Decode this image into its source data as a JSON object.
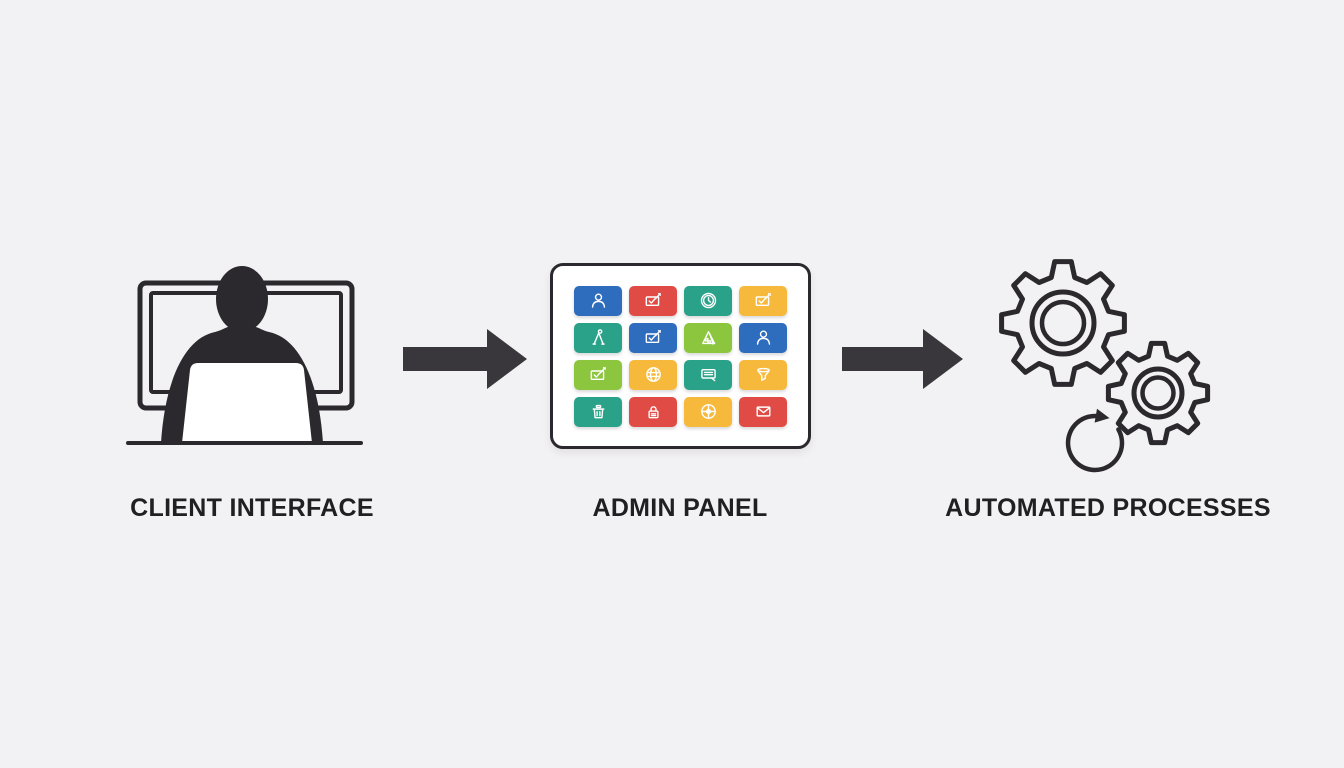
{
  "background_color": "#f2f1f3",
  "ink_color": "#2b292d",
  "arrow_color": "#3a373c",
  "stages": [
    {
      "label": "CLIENT INTERFACE",
      "figure": "person-at-computer"
    },
    {
      "label": "ADMIN PANEL",
      "figure": "app-tile-grid"
    },
    {
      "label": "AUTOMATED PROCESSES",
      "figure": "gears-with-refresh-arrow"
    }
  ],
  "arrows": [
    {
      "direction": "right",
      "from": "CLIENT INTERFACE",
      "to": "ADMIN PANEL"
    },
    {
      "direction": "right",
      "from": "ADMIN PANEL",
      "to": "AUTOMATED PROCESSES"
    }
  ],
  "admin_panel": {
    "rows": 4,
    "columns": 4,
    "palette": {
      "blue": "#2e6cbd",
      "red": "#e04b45",
      "teal": "#2aa289",
      "yellow": "#f7b93c",
      "green": "#8cc63f"
    },
    "tiles": [
      {
        "icon": "user",
        "color": "#2e6cbd"
      },
      {
        "icon": "edit-check",
        "color": "#e04b45"
      },
      {
        "icon": "clock",
        "color": "#2aa289"
      },
      {
        "icon": "edit-check",
        "color": "#f7b93c"
      },
      {
        "icon": "compass",
        "color": "#2aa289"
      },
      {
        "icon": "edit-check",
        "color": "#2e6cbd"
      },
      {
        "icon": "easel",
        "color": "#8cc63f"
      },
      {
        "icon": "user",
        "color": "#2e6cbd"
      },
      {
        "icon": "edit-check",
        "color": "#8cc63f"
      },
      {
        "icon": "globe",
        "color": "#f7b93c"
      },
      {
        "icon": "chat",
        "color": "#2aa289"
      },
      {
        "icon": "funnel",
        "color": "#f7b93c"
      },
      {
        "icon": "trash",
        "color": "#2aa289"
      },
      {
        "icon": "lock",
        "color": "#e04b45"
      },
      {
        "icon": "wheel",
        "color": "#f7b93c"
      },
      {
        "icon": "mail",
        "color": "#e04b45"
      }
    ]
  }
}
